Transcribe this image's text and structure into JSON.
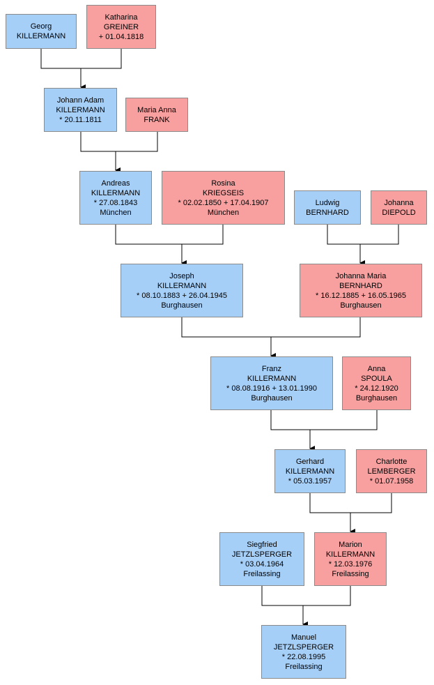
{
  "colors": {
    "male": "#a6cff8",
    "female": "#f8a0a0",
    "line": "#000000"
  },
  "people": {
    "georg": [
      "Georg",
      "KILLERMANN"
    ],
    "katharina": [
      "Katharina",
      "GREINER",
      "+ 01.04.1818"
    ],
    "johann_adam": [
      "Johann Adam",
      "KILLERMANN",
      "* 20.11.1811"
    ],
    "maria_anna": [
      "Maria Anna",
      "FRANK"
    ],
    "andreas": [
      "Andreas",
      "KILLERMANN",
      "* 27.08.1843",
      "München"
    ],
    "rosina": [
      "Rosina",
      "KRIEGSEIS",
      "* 02.02.1850  + 17.04.1907",
      "München"
    ],
    "ludwig": [
      "Ludwig",
      "BERNHARD"
    ],
    "johanna": [
      "Johanna",
      "DIEPOLD"
    ],
    "joseph": [
      "Joseph",
      "KILLERMANN",
      "* 08.10.1883  + 26.04.1945",
      "Burghausen"
    ],
    "johanna_maria": [
      "Johanna Maria",
      "BERNHARD",
      "* 16.12.1885  + 16.05.1965",
      "Burghausen"
    ],
    "franz": [
      "Franz",
      "KILLERMANN",
      "* 08.08.1916  + 13.01.1990",
      "Burghausen"
    ],
    "anna": [
      "Anna",
      "SPOULA",
      "* 24.12.1920",
      "Burghausen"
    ],
    "gerhard": [
      "Gerhard",
      "KILLERMANN",
      "* 05.03.1957"
    ],
    "charlotte": [
      "Charlotte",
      "LEMBERGER",
      "* 01.07.1958"
    ],
    "siegfried": [
      "Siegfried",
      "JETZLSPERGER",
      "* 03.04.1964",
      "Freilassing"
    ],
    "marion": [
      "Marion",
      "KILLERMANN",
      "* 12.03.1976",
      "Freilassing"
    ],
    "manuel": [
      "Manuel",
      "JETZLSPERGER",
      "* 22.08.1995",
      "Freilassing"
    ]
  }
}
